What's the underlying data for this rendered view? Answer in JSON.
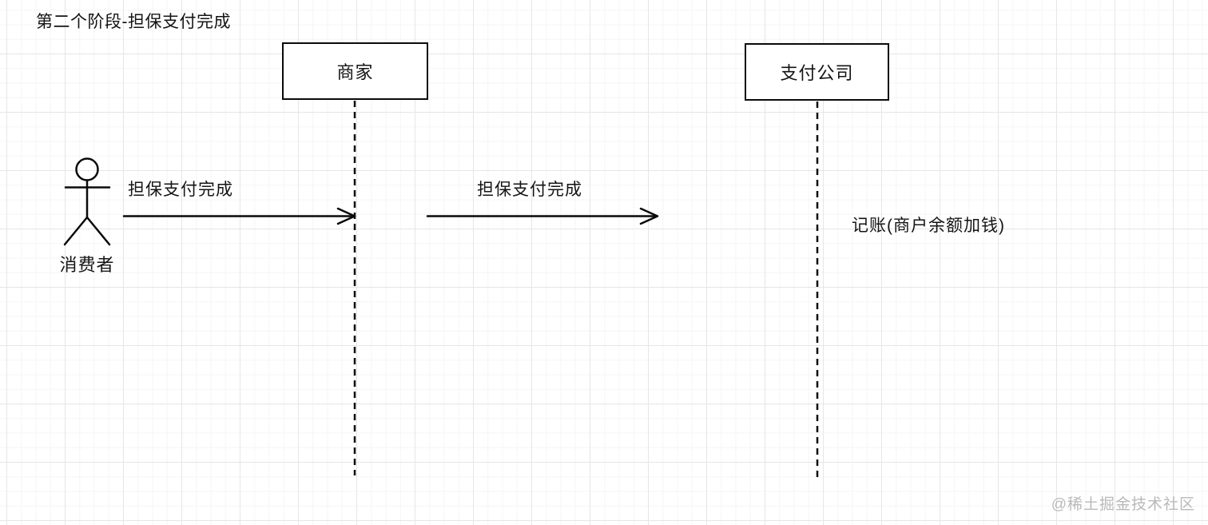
{
  "diagram": {
    "title": "第二个阶段-担保支付完成",
    "participants": [
      {
        "id": "consumer",
        "type": "actor",
        "label": "消费者"
      },
      {
        "id": "merchant",
        "type": "box",
        "label": "商家"
      },
      {
        "id": "payment-company",
        "type": "box",
        "label": "支付公司"
      }
    ],
    "messages": [
      {
        "from": "consumer",
        "to": "merchant",
        "label": "担保支付完成"
      },
      {
        "from": "merchant",
        "to": "payment-company",
        "label": "担保支付完成"
      }
    ],
    "annotation": "记账(商户余额加钱)",
    "watermark": "@稀土掘金技术社区",
    "colors": {
      "stroke": "#0a0a0a",
      "text": "#141414",
      "watermark": "#b9b9b9",
      "grid_major": "#e6e6e6",
      "grid_minor": "#f5f5f5"
    }
  }
}
